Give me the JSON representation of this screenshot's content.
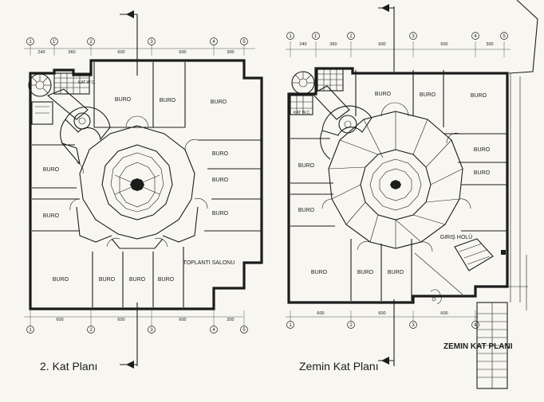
{
  "left_plan": {
    "caption": "2. Kat Planı",
    "top_dims": [
      "240",
      "360",
      "600",
      "600",
      "300"
    ],
    "bottom_dims": [
      "600",
      "600",
      "600",
      "300"
    ],
    "grid_top": [
      "1",
      "1'",
      "2",
      "3",
      "4",
      "5"
    ],
    "grid_bottom": [
      "1",
      "2",
      "3",
      "4",
      "5"
    ],
    "rooms": {
      "buro_a": "BURO",
      "buro_b": "BURO",
      "buro_c": "BURO",
      "buro_r1": "BURO",
      "buro_r2": "BURO",
      "buro_r3": "BURO",
      "buro_l1": "BURO",
      "buro_l2": "BURO",
      "buro_b1": "BURO",
      "buro_b2": "BURO",
      "buro_b3": "BURO",
      "buro_b4": "BURO",
      "toplanti": "TOPLANTI SALONU",
      "kat_wc": "KAT W.C."
    }
  },
  "right_plan": {
    "caption": "Zemin Kat Planı",
    "title": "ZEMIN KAT PLANI",
    "top_dims": [
      "240",
      "360",
      "600",
      "600",
      "300"
    ],
    "bottom_dims": [
      "600",
      "600",
      "600"
    ],
    "grid_top": [
      "1",
      "1'",
      "2",
      "3",
      "4",
      "5"
    ],
    "grid_bottom": [
      "1",
      "2",
      "3",
      "4"
    ],
    "rooms": {
      "buro_a": "BURO",
      "buro_b": "BURO",
      "buro_c": "BURO",
      "buro_r1": "BURO",
      "buro_r2": "BURO",
      "buro_l1": "BURO",
      "buro_l2": "BURO",
      "buro_b1": "BURO",
      "buro_b2": "BURO",
      "buro_b3": "BURO",
      "giris": "GIRIŞ HOLÜ",
      "kat_wc": "KAT W.C."
    }
  }
}
